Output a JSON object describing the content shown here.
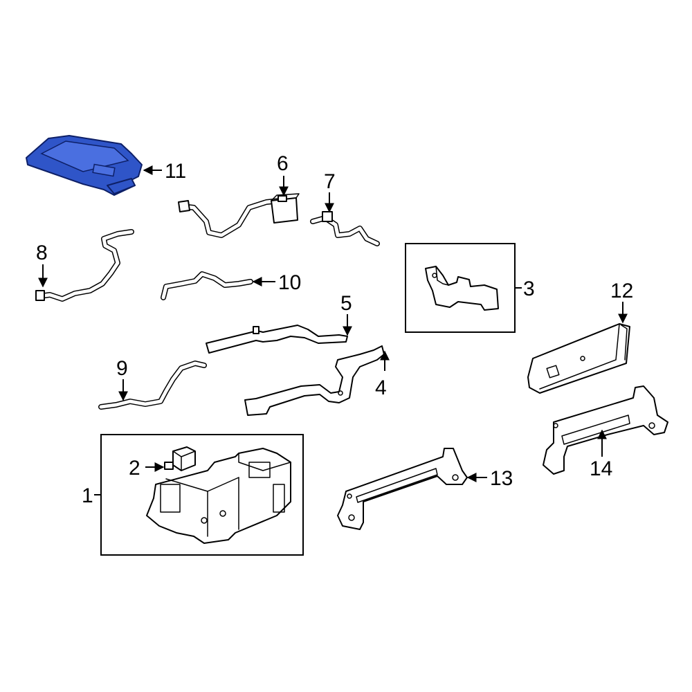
{
  "diagram": {
    "highlight_color": "#2f55c8",
    "line_color": "#000000",
    "background": "#ffffff"
  },
  "callouts": {
    "c1": "1",
    "c2": "2",
    "c3": "3",
    "c4": "4",
    "c5": "5",
    "c6": "6",
    "c7": "7",
    "c8": "8",
    "c9": "9",
    "c10": "10",
    "c11": "11",
    "c12": "12",
    "c13": "13",
    "c14": "14"
  }
}
